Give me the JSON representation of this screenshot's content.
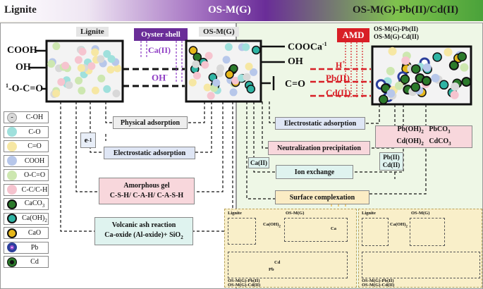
{
  "banner": {
    "left": "Lignite",
    "mid": "OS-M(G)",
    "right": "OS-M(G)-Pb(II)/Cd(II)"
  },
  "stages": {
    "lignite": "Lignite",
    "oyster": "Oyster shell",
    "osmg": "OS-M(G)",
    "amd": "AMD",
    "product1": "OS-M(G)-Pb(II)",
    "product2": "OS-M(G)-Cd(II)"
  },
  "groups": {
    "left": [
      "COOH",
      "OH",
      "-O-C=O"
    ],
    "left_superscript": "1",
    "right": [
      "COOCa",
      "OH",
      "C=O"
    ],
    "right_superscript": "-1"
  },
  "ions": {
    "ca": "Ca(II)",
    "oh": "OH",
    "oh_sup": "-",
    "h": "H",
    "h_sup": "+",
    "pb": "Pb(II)",
    "cd": "Cd(II)",
    "e": "e",
    "e_sup": "-1"
  },
  "mechanisms": {
    "physical": "Physical adsorption",
    "electro_left": "Electrostatic adsorption",
    "electro_right": "Electrostatic adsorption",
    "neutral": "Neutralization precipitation",
    "amorph_title": "Amorphous gel",
    "amorph_sub": "C-S-H/ C-A-H/ C-A-S-H",
    "volc_title": "Volcanic ash reaction",
    "volc_sub": "Ca-oxide (Al-oxide)+ SiO",
    "volc_sub_sub": "2",
    "ion_exchange": "Ion exchange",
    "ca_tag": "Ca(II)",
    "pb_tag": "Pb(II)",
    "cd_tag": "Cd(II)",
    "surface": "Surface complexation",
    "precip": [
      "Pb(OH)",
      "PbCO",
      "Cd(OH)",
      "CdCO"
    ],
    "precip_subs": [
      "2",
      "3",
      "2",
      "3"
    ]
  },
  "legend": [
    {
      "label": "C-OH",
      "color": "#d8d8d8",
      "icon": "minus-dot"
    },
    {
      "label": "C-O",
      "color": "#9fe0dc",
      "icon": "dot"
    },
    {
      "label": "C=O",
      "color": "#f6e7a3",
      "icon": "dot"
    },
    {
      "label": "COOH",
      "color": "#b7c7ea",
      "icon": "dot"
    },
    {
      "label": "O-C=O",
      "color": "#cde7b0",
      "icon": "dot"
    },
    {
      "label": "C-C/C-H",
      "color": "#f6c4cf",
      "icon": "dot"
    },
    {
      "label": "CaCO",
      "sub": "3",
      "color": "#2b7a2b",
      "icon": "ring"
    },
    {
      "label": "Ca(OH)",
      "sub": "2",
      "color": "#2fb4a4",
      "icon": "ring"
    },
    {
      "label": "CaO",
      "color": "#e6b71a",
      "icon": "ring"
    },
    {
      "label": "Pb",
      "color": "#2c3f9c",
      "icon": "target"
    },
    {
      "label": "Cd",
      "color": "#2b7a2b",
      "icon": "target-dark"
    }
  ],
  "inset_left": {
    "title_a": "Lignite",
    "title_b": "OS-M(G)",
    "reagent": "Ca(OH)",
    "reagent_sub": "2",
    "label_ca": "Ca",
    "label_pb": "Pb",
    "label_cd": "Cd",
    "foot1": "OS-M(G)-Pb(II)",
    "foot2": "OS-M(G)-Cd(II)"
  },
  "inset_right": {
    "title_a": "Lignite",
    "title_b": "OS-M(G)",
    "reagent": "Ca(OH)",
    "reagent_sub": "2",
    "foot1": "OS-M(G)-Pb(II)",
    "foot2": "OS-M(G)-Cd(II)"
  },
  "colors": {
    "purple": "#6a2d98",
    "green": "#4aa23a",
    "red": "#d81f26",
    "ion_purple": "#8e3cc4"
  }
}
